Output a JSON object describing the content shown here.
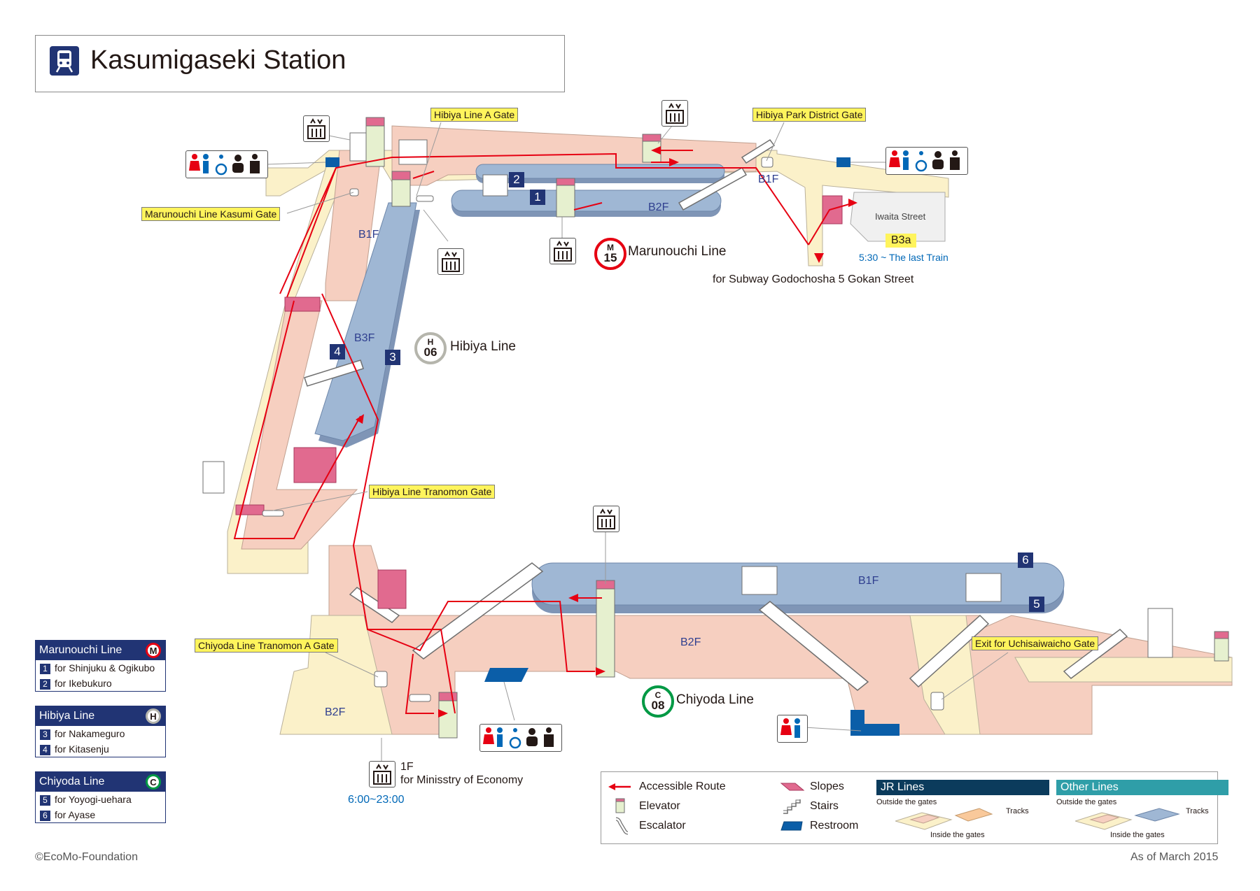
{
  "title": "Kasumigaseki Station",
  "gates": {
    "hibiya_a": "Hibiya Line A Gate",
    "hibiya_park": "Hibiya Park District Gate",
    "marunouchi_kasumi": "Marunouchi Line Kasumi Gate",
    "hibiya_tranomon": "Hibiya Line Tranomon Gate",
    "chiyoda_tranomon_a": "Chiyoda Line Tranomon A Gate",
    "uchisaiwaicho": "Exit for Uchisaiwaicho Gate"
  },
  "floors": {
    "b1f_left": "B1F",
    "b1f_top": "B1F",
    "b2f_top": "B2F",
    "b3f": "B3F",
    "b1f_chiyoda": "B1F",
    "b2f_chiyoda": "B2F",
    "b2f_left": "B2F"
  },
  "lines": {
    "marunouchi": {
      "code_a": "M",
      "code_b": "15",
      "name": "Marunouchi Line",
      "color": "#e60012"
    },
    "hibiya": {
      "code_a": "H",
      "code_b": "06",
      "name": "Hibiya Line",
      "color": "#b5b5ac"
    },
    "chiyoda": {
      "code_a": "C",
      "code_b": "08",
      "name": "Chiyoda Line",
      "color": "#009944"
    }
  },
  "platforms": [
    "1",
    "2",
    "3",
    "4",
    "5",
    "6"
  ],
  "exit": {
    "street": "Iwaita Street",
    "code": "B3a",
    "hours": "5:30 ~ The last Train",
    "subway_note": "for Subway Godochosha 5 Gokan Street"
  },
  "elevator_1f": {
    "floor": "1F",
    "dest": "for Minisstry of Economy",
    "hours": "6:00~23:00"
  },
  "legend": [
    {
      "name": "Marunouchi Line",
      "mark": "M",
      "color": "#e60012",
      "rows": [
        {
          "n": "1",
          "text": "for Shinjuku & Ogikubo"
        },
        {
          "n": "2",
          "text": "for Ikebukuro"
        }
      ]
    },
    {
      "name": "Hibiya Line",
      "mark": "H",
      "color": "#b5b5ac",
      "rows": [
        {
          "n": "3",
          "text": "for Nakameguro"
        },
        {
          "n": "4",
          "text": "for Kitasenju"
        }
      ]
    },
    {
      "name": "Chiyoda Line",
      "mark": "C",
      "color": "#009944",
      "rows": [
        {
          "n": "5",
          "text": "for Yoyogi-uehara"
        },
        {
          "n": "6",
          "text": "for Ayase"
        }
      ]
    }
  ],
  "key": {
    "accessible": "Accessible Route",
    "elevator": "Elevator",
    "escalator": "Escalator",
    "slopes": "Slopes",
    "stairs": "Stairs",
    "restroom": "Restroom",
    "jr_lines": "JR Lines",
    "other_lines": "Other Lines",
    "outside": "Outside the gates",
    "inside": "Inside the gates",
    "tracks": "Tracks"
  },
  "colors": {
    "navy": "#213474",
    "platform": "#9fb7d4",
    "inside_gate": "#f6cfc0",
    "outside_gate": "#fbf1c9",
    "elevator": "#e6f0cf",
    "route": "#e60012",
    "gate_label": "#fff45c",
    "jr_head": "#0b3b5c",
    "other_head": "#2f9ea8"
  },
  "copyright": "©EcoMo-Foundation",
  "as_of": "As of March 2015"
}
